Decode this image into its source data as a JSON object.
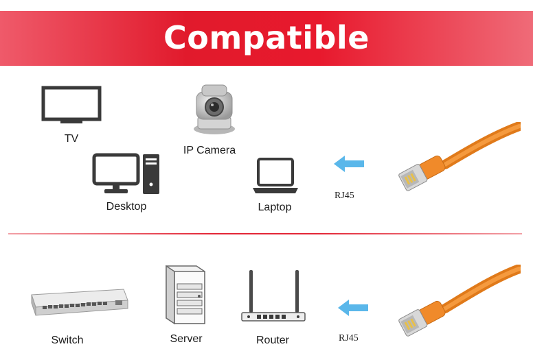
{
  "banner": {
    "title": "Compatible",
    "color_start": "#ef5a6a",
    "color_mid": "#e11a2c"
  },
  "top_section": {
    "devices": [
      {
        "label": "TV",
        "icon": "tv-icon"
      },
      {
        "label": "IP Camera",
        "icon": "ip-camera-icon"
      },
      {
        "label": "Desktop",
        "icon": "desktop-computer-icon"
      },
      {
        "label": "Laptop",
        "icon": "laptop-icon"
      }
    ],
    "connector_label": "RJ45"
  },
  "bottom_section": {
    "devices": [
      {
        "label": "Switch",
        "icon": "network-switch-icon"
      },
      {
        "label": "Server",
        "icon": "server-rack-icon"
      },
      {
        "label": "Router",
        "icon": "router-icon"
      }
    ],
    "connector_label": "RJ45"
  },
  "colors": {
    "arrow": "#5ab7ea",
    "cable": "#f08a2a",
    "divider": "#e32636"
  }
}
